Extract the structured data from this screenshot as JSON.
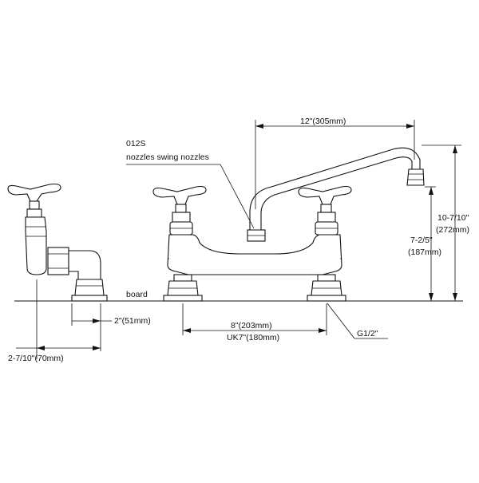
{
  "labels": {
    "model": "012S",
    "nozzle_type": "nozzles swing nozzles",
    "board": "board",
    "thread": "G1/2\""
  },
  "dimensions": {
    "spout_reach": "12\"(305mm)",
    "total_height_in": "10-7/10\"",
    "total_height_mm": "(272mm)",
    "spout_height_in": "7-2/5\"",
    "spout_height_mm": "(187mm)",
    "center_spacing": "8\"(203mm)",
    "center_spacing_uk": "UK7\"(180mm)",
    "side_offset": "2\"(51mm)",
    "side_depth": "2-7/10\"(70mm)"
  }
}
